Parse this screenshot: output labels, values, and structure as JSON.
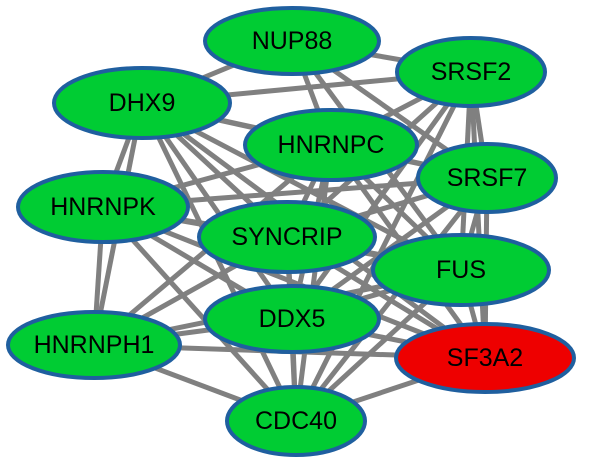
{
  "colors": {
    "node_fill": "#00cc33",
    "node_highlight_fill": "#ee0000",
    "node_border": "#1f5f9f",
    "edge": "#808080",
    "label": "#000000",
    "background": "#ffffff"
  },
  "nodes": [
    {
      "id": "NUP88",
      "label": "NUP88",
      "highlight": false
    },
    {
      "id": "SRSF2",
      "label": "SRSF2",
      "highlight": false
    },
    {
      "id": "DHX9",
      "label": "DHX9",
      "highlight": false
    },
    {
      "id": "HNRNPC",
      "label": "HNRNPC",
      "highlight": false
    },
    {
      "id": "SRSF7",
      "label": "SRSF7",
      "highlight": false
    },
    {
      "id": "HNRNPK",
      "label": "HNRNPK",
      "highlight": false
    },
    {
      "id": "SYNCRIP",
      "label": "SYNCRIP",
      "highlight": false
    },
    {
      "id": "FUS",
      "label": "FUS",
      "highlight": false
    },
    {
      "id": "DDX5",
      "label": "DDX5",
      "highlight": false
    },
    {
      "id": "HNRNPH1",
      "label": "HNRNPH1",
      "highlight": false
    },
    {
      "id": "SF3A2",
      "label": "SF3A2",
      "highlight": true
    },
    {
      "id": "CDC40",
      "label": "CDC40",
      "highlight": false
    }
  ],
  "edges": [
    [
      "NUP88",
      "SRSF2"
    ],
    [
      "NUP88",
      "DHX9"
    ],
    [
      "NUP88",
      "HNRNPC"
    ],
    [
      "NUP88",
      "SRSF7"
    ],
    [
      "NUP88",
      "FUS"
    ],
    [
      "SRSF2",
      "DHX9"
    ],
    [
      "SRSF2",
      "HNRNPC"
    ],
    [
      "SRSF2",
      "SRSF7"
    ],
    [
      "SRSF2",
      "SYNCRIP"
    ],
    [
      "SRSF2",
      "FUS"
    ],
    [
      "SRSF2",
      "SF3A2"
    ],
    [
      "SRSF2",
      "DDX5"
    ],
    [
      "SRSF2",
      "CDC40"
    ],
    [
      "DHX9",
      "HNRNPC"
    ],
    [
      "DHX9",
      "HNRNPK"
    ],
    [
      "DHX9",
      "SYNCRIP"
    ],
    [
      "DHX9",
      "FUS"
    ],
    [
      "DHX9",
      "DDX5"
    ],
    [
      "DHX9",
      "SF3A2"
    ],
    [
      "DHX9",
      "CDC40"
    ],
    [
      "DHX9",
      "HNRNPH1"
    ],
    [
      "DHX9",
      "SRSF7"
    ],
    [
      "HNRNPC",
      "SRSF7"
    ],
    [
      "HNRNPC",
      "HNRNPK"
    ],
    [
      "HNRNPC",
      "SYNCRIP"
    ],
    [
      "HNRNPC",
      "FUS"
    ],
    [
      "HNRNPC",
      "DDX5"
    ],
    [
      "HNRNPC",
      "SF3A2"
    ],
    [
      "HNRNPC",
      "CDC40"
    ],
    [
      "HNRNPC",
      "HNRNPH1"
    ],
    [
      "SRSF7",
      "SYNCRIP"
    ],
    [
      "SRSF7",
      "FUS"
    ],
    [
      "SRSF7",
      "DDX5"
    ],
    [
      "SRSF7",
      "SF3A2"
    ],
    [
      "SRSF7",
      "CDC40"
    ],
    [
      "SRSF7",
      "HNRNPK"
    ],
    [
      "HNRNPK",
      "SYNCRIP"
    ],
    [
      "HNRNPK",
      "DDX5"
    ],
    [
      "HNRNPK",
      "HNRNPH1"
    ],
    [
      "HNRNPK",
      "FUS"
    ],
    [
      "HNRNPK",
      "SF3A2"
    ],
    [
      "HNRNPK",
      "CDC40"
    ],
    [
      "SYNCRIP",
      "FUS"
    ],
    [
      "SYNCRIP",
      "DDX5"
    ],
    [
      "SYNCRIP",
      "SF3A2"
    ],
    [
      "SYNCRIP",
      "CDC40"
    ],
    [
      "SYNCRIP",
      "HNRNPH1"
    ],
    [
      "FUS",
      "DDX5"
    ],
    [
      "FUS",
      "SF3A2"
    ],
    [
      "FUS",
      "CDC40"
    ],
    [
      "FUS",
      "HNRNPH1"
    ],
    [
      "DDX5",
      "HNRNPH1"
    ],
    [
      "DDX5",
      "SF3A2"
    ],
    [
      "DDX5",
      "CDC40"
    ],
    [
      "HNRNPH1",
      "CDC40"
    ],
    [
      "HNRNPH1",
      "SF3A2"
    ],
    [
      "SF3A2",
      "CDC40"
    ]
  ]
}
